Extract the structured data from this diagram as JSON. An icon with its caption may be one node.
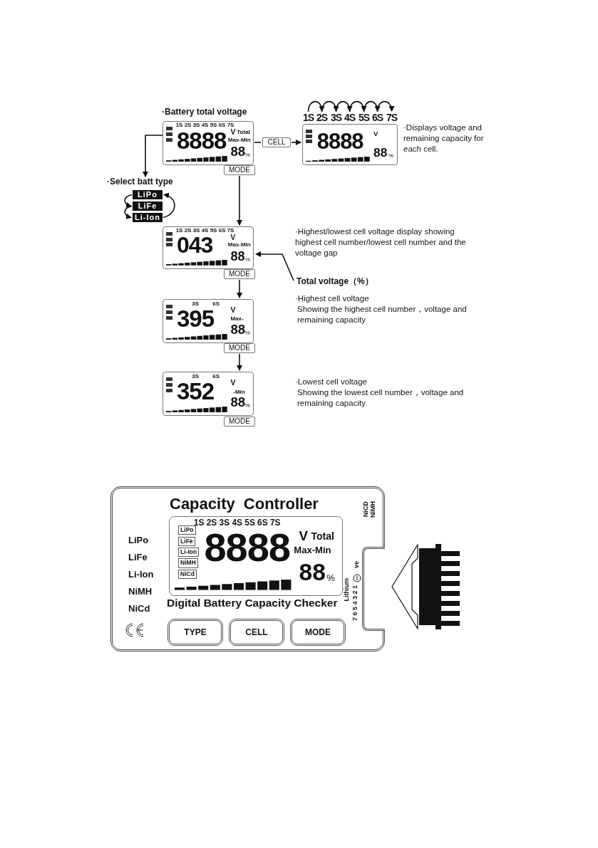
{
  "diagram": {
    "nodes": [
      {
        "text": [
          "·Battery total voltage",
          "1S 2S 3S 4S 5S 6S 7S",
          "8888",
          "V",
          "Total",
          "Max-Min",
          "88",
          "%"
        ]
      },
      {
        "text": [
          "CELL"
        ]
      },
      {
        "text": [
          "8888",
          "V",
          "88",
          "%"
        ],
        "beside": [
          "·Displays voltage and remaining capacity for each cell."
        ]
      },
      {
        "text": [
          "1S"
        ]
      },
      {
        "text": [
          "2S"
        ]
      },
      {
        "text": [
          "3S"
        ]
      },
      {
        "text": [
          "4S"
        ]
      },
      {
        "text": [
          "5S"
        ]
      },
      {
        "text": [
          "6S"
        ]
      },
      {
        "text": [
          "7S"
        ]
      },
      {
        "text": [
          "MODE"
        ]
      },
      {
        "text": [
          "·Select batt type"
        ]
      },
      {
        "text": [
          "LiPo"
        ]
      },
      {
        "text": [
          "LiFe"
        ]
      },
      {
        "text": [
          "Li-Ion"
        ]
      },
      {
        "text": [
          "1S 2S 3S 4S 5S 6S 7S",
          "043",
          "V",
          "Max-Min",
          "88",
          "%"
        ]
      },
      {
        "text": [
          "Total voltage（%）"
        ]
      },
      {
        "text": [
          "MODE"
        ]
      },
      {
        "text": [
          "3S",
          "6S",
          "395",
          "V",
          "Max-",
          "88",
          "%"
        ],
        "beside": [
          "·Highest cell voltage",
          "Showing the highest cell number，voltage and remaining capacity"
        ]
      },
      {
        "text": [
          "MODE"
        ]
      },
      {
        "text": [
          "3S",
          "6S",
          "352",
          "V",
          "-Min",
          "88",
          "%"
        ],
        "beside": [
          "·Lowest cell voltage",
          "Showing the lowest cell number，voltage and remaining capacity"
        ]
      },
      {
        "text": [
          "MODE"
        ]
      },
      {
        "text": [
          "Capacity Controller",
          "Digital Battery Capacity Checker"
        ]
      },
      {
        "text": [
          "LiPo",
          "LiFe",
          "Li-Ion",
          "NiMH",
          "NiCd",
          "1S 2S 3S 4S 5S 6S 7S",
          "8888",
          "V",
          "Total",
          "Max-Min",
          "88",
          "%"
        ],
        "in": 22
      },
      {
        "text": [
          "TYPE"
        ],
        "in": 22
      },
      {
        "text": [
          "CELL"
        ],
        "in": 22
      },
      {
        "text": [
          "MODE"
        ],
        "in": 22
      },
      {
        "text": [],
        "shape": "box",
        "in": 22
      }
    ],
    "edges": [
      {
        "from": 0,
        "to": 11,
        "arrow": "to"
      },
      {
        "from": 0,
        "to": 1,
        "arrow": "none"
      },
      {
        "from": 1,
        "to": 2,
        "arrow": "to"
      },
      {
        "from": 3,
        "to": 4,
        "arrow": "to"
      },
      {
        "from": 4,
        "to": 5,
        "arrow": "to"
      },
      {
        "from": 5,
        "to": 6,
        "arrow": "to"
      },
      {
        "from": 6,
        "to": 7,
        "arrow": "to"
      },
      {
        "from": 7,
        "to": 8,
        "arrow": "to"
      },
      {
        "from": 8,
        "to": 9,
        "arrow": "to"
      },
      {
        "from": 12,
        "to": 13,
        "arrow": "to"
      },
      {
        "from": 13,
        "to": 14,
        "arrow": "to"
      },
      {
        "from": 14,
        "to": 12,
        "arrow": "to"
      },
      {
        "from": 10,
        "to": 15,
        "arrow": "to"
      },
      {
        "from": 16,
        "to": 15,
        "arrow": "to"
      },
      {
        "from": 17,
        "to": 18,
        "arrow": "to"
      },
      {
        "from": 19,
        "to": 20,
        "arrow": "to"
      }
    ],
    "labels": [
      "·Highest/lowest cell voltage display showing highest cell number/lowest cell number and the voltage gap",
      "LiPo",
      "LiFe",
      "Li-Ion",
      "NiMH",
      "NiCd",
      "NiCD",
      "NiMH",
      "ve",
      "Lithium",
      "7 6 5 4 3 2 1"
    ]
  }
}
